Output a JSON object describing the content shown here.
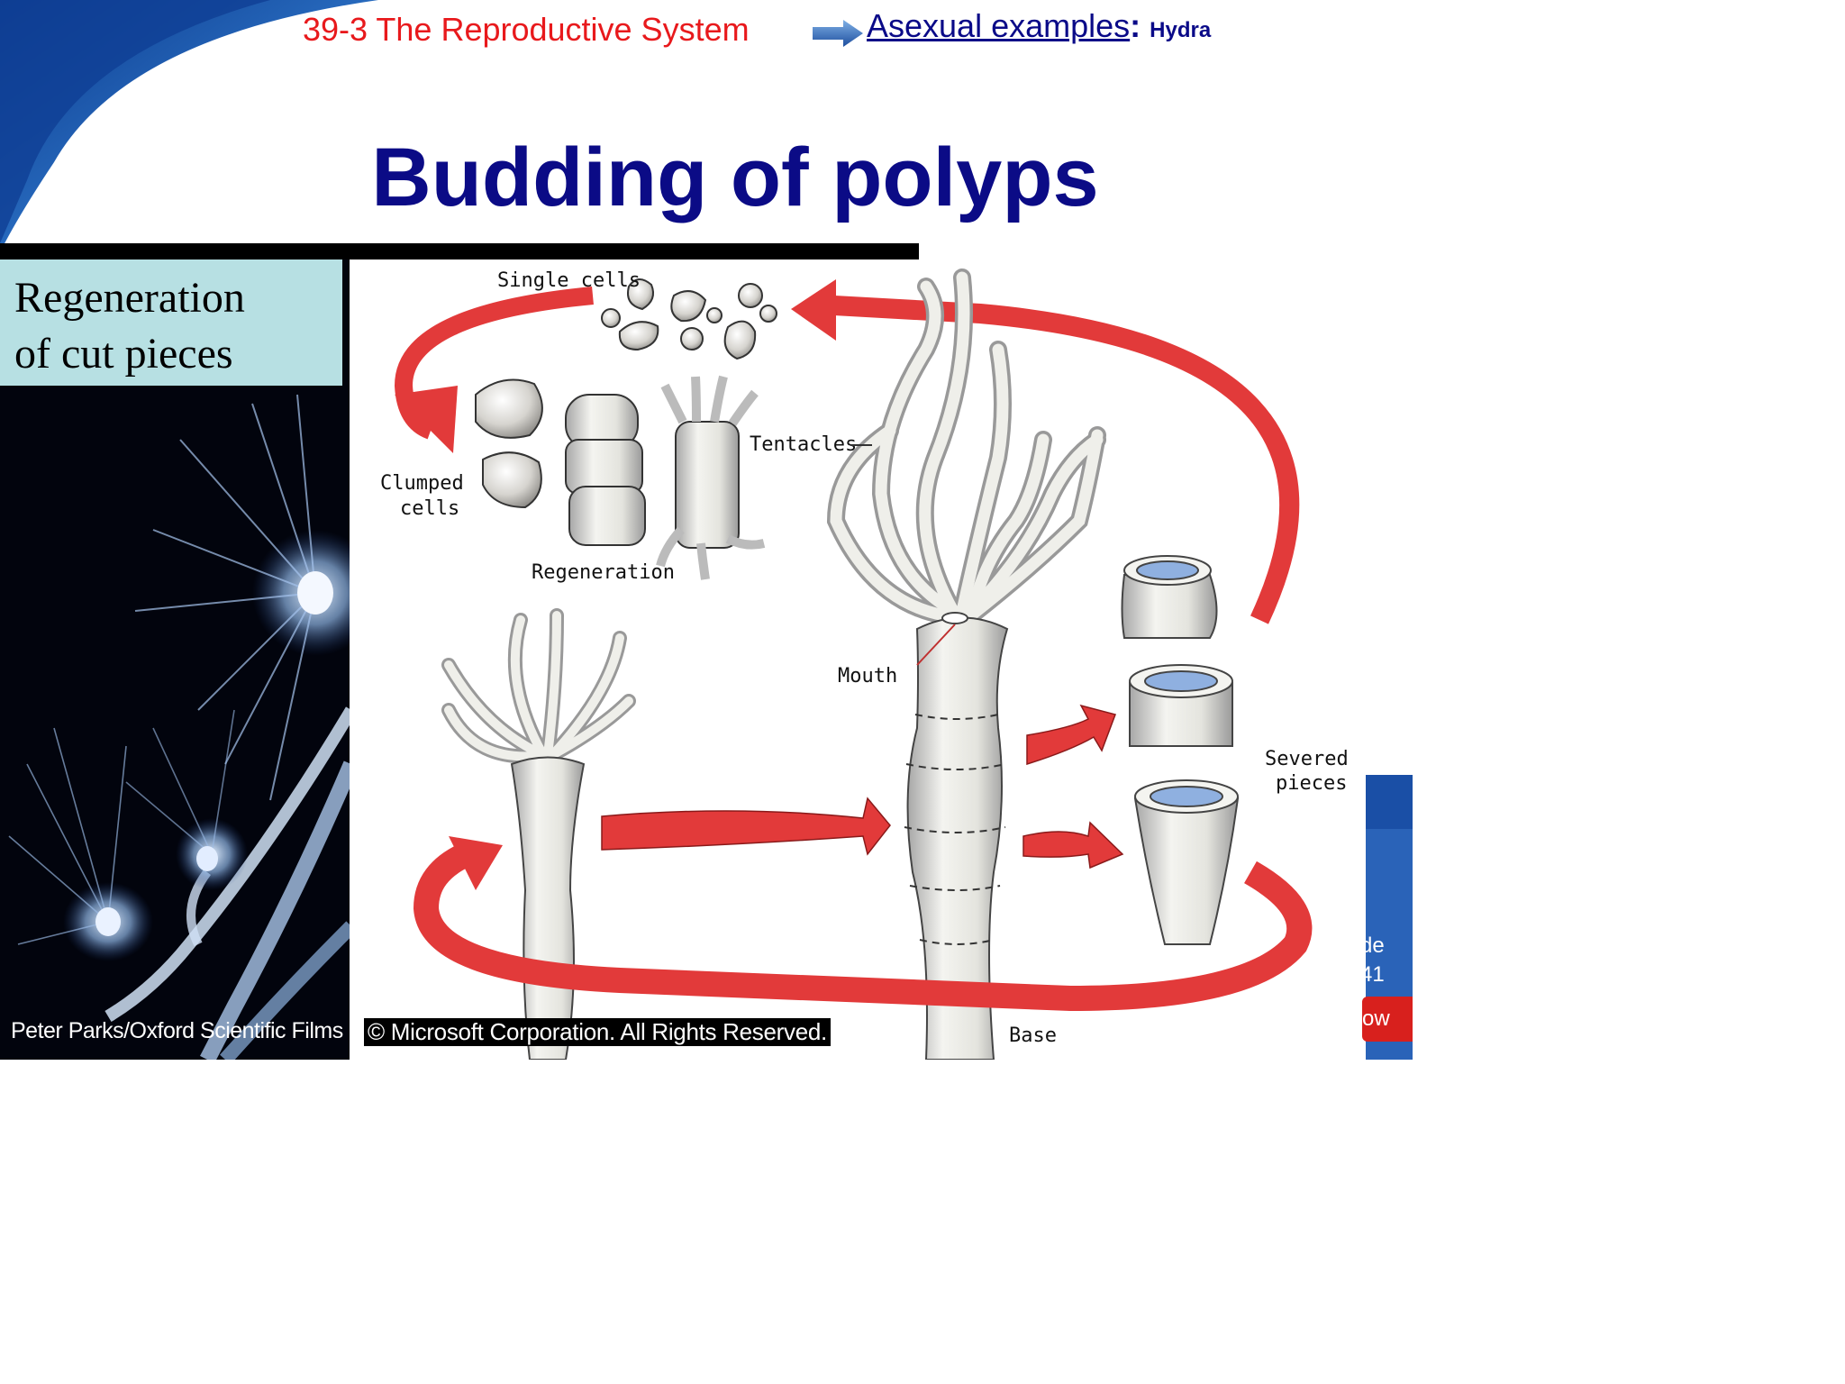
{
  "header": {
    "section_title": "39-3 The Reproductive System",
    "subtopic_link": "Asexual examples",
    "subtopic_colon": ":",
    "subtopic_detail": "Hydra"
  },
  "title": "Budding of polyps",
  "photo": {
    "caption": [
      "Regeneration",
      "of cut pieces"
    ],
    "credit": "Peter Parks/Oxford Scientific Films"
  },
  "diagram": {
    "labels": {
      "single_cells": "Single cells",
      "clumped_cells": [
        "Clumped",
        "cells"
      ],
      "regeneration": "Regeneration",
      "tentacles": "Tentacles",
      "mouth": "Mouth",
      "severed_pieces": [
        "Severed",
        "pieces"
      ],
      "base": "Base"
    },
    "copyright": "© Microsoft Corporation. All Rights Reserved."
  },
  "footer": {
    "slide_label": "de",
    "slide_number": "41",
    "show_button": "ow"
  },
  "colors": {
    "section_red": "#e8191c",
    "title_navy": "#0b0b86",
    "caption_bg": "#b7e0e3",
    "arrow_red": "#e23a3a",
    "swoosh_blue": "#1a4fa6"
  }
}
